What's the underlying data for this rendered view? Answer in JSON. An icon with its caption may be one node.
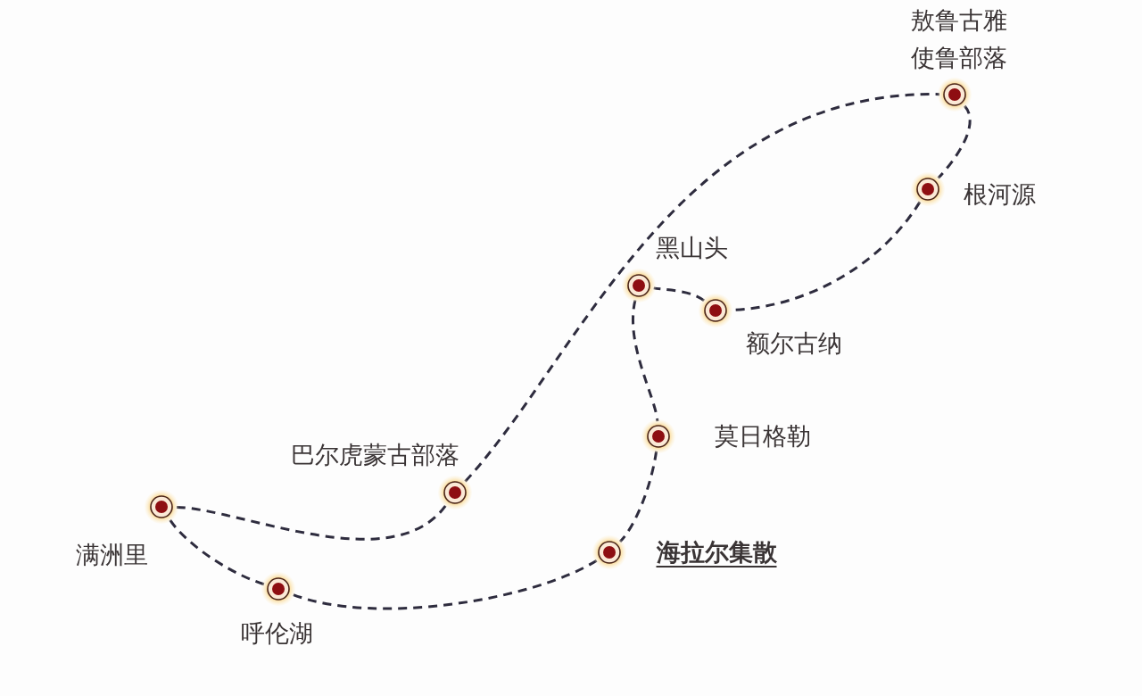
{
  "diagram": {
    "nodes": [
      {
        "text": [
          "敖鲁古雅使鲁部落"
        ]
      },
      {
        "text": [
          "根河源"
        ]
      },
      {
        "text": [
          "黑山头"
        ]
      },
      {
        "text": [
          "额尔古纳"
        ]
      },
      {
        "text": [
          "莫日格勒"
        ]
      },
      {
        "text": [
          "巴尔虎蒙古部落"
        ]
      },
      {
        "text": [
          "满洲里"
        ]
      },
      {
        "text": [
          "海拉尔集散"
        ]
      },
      {
        "text": [
          "呼伦湖"
        ]
      }
    ],
    "edges": [
      {
        "from": 7,
        "to": 8,
        "arrow": "none"
      },
      {
        "from": 8,
        "to": 6,
        "arrow": "none"
      },
      {
        "from": 6,
        "to": 5,
        "arrow": "none"
      },
      {
        "from": 5,
        "to": 0,
        "arrow": "none"
      },
      {
        "from": 0,
        "to": 1,
        "arrow": "none"
      },
      {
        "from": 1,
        "to": 3,
        "arrow": "none"
      },
      {
        "from": 3,
        "to": 2,
        "arrow": "none"
      },
      {
        "from": 2,
        "to": 4,
        "arrow": "none"
      },
      {
        "from": 4,
        "to": 7,
        "arrow": "none"
      }
    ]
  }
}
